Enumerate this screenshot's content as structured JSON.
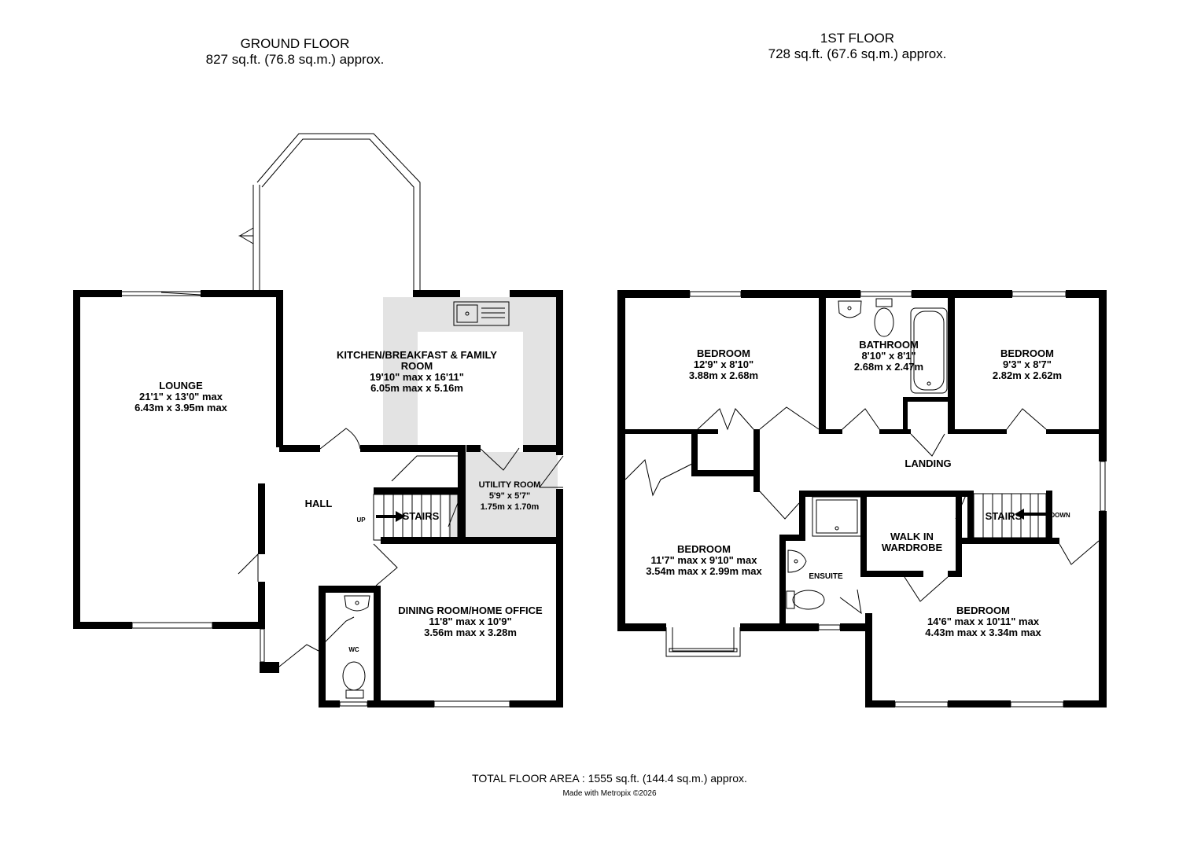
{
  "ground_floor": {
    "title": "GROUND FLOOR",
    "area": "827 sq.ft. (76.8 sq.m.) approx.",
    "rooms": {
      "lounge": {
        "name": "LOUNGE",
        "imperial": "21'1\"  x 13'0\" max",
        "metric": "6.43m  x 3.95m max"
      },
      "kitchen": {
        "name": "KITCHEN/BREAKFAST & FAMILY ROOM",
        "imperial": "19'10\" max x 16'11\"",
        "metric": "6.05m max x 5.16m"
      },
      "hall": {
        "name": "HALL"
      },
      "stairs": {
        "name": "STAIRS",
        "direction": "UP"
      },
      "utility": {
        "name": "UTILITY ROOM",
        "imperial": "5'9\"  x 5'7\"",
        "metric": "1.75m  x 1.70m"
      },
      "dining": {
        "name": "DINING ROOM/HOME OFFICE",
        "imperial": "11'8\" max x 10'9\"",
        "metric": "3.56m max x 3.28m"
      },
      "wc": {
        "name": "WC"
      }
    }
  },
  "first_floor": {
    "title": "1ST FLOOR",
    "area": "728 sq.ft. (67.6 sq.m.) approx.",
    "rooms": {
      "bedroom_a": {
        "name": "BEDROOM",
        "imperial": "12'9\"  x 8'10\"",
        "metric": "3.88m  x 2.68m"
      },
      "bathroom": {
        "name": "BATHROOM",
        "imperial": "8'10\"  x 8'1\"",
        "metric": "2.68m  x 2.47m"
      },
      "bedroom_b": {
        "name": "BEDROOM",
        "imperial": "9'3\"  x 8'7\"",
        "metric": "2.82m  x 2.62m"
      },
      "landing": {
        "name": "LANDING"
      },
      "bedroom_c": {
        "name": "BEDROOM",
        "imperial": "11'7\" max x 9'10\" max",
        "metric": "3.54m max x 2.99m max"
      },
      "ensuite": {
        "name": "ENSUITE"
      },
      "walkin": {
        "name": "WALK IN WARDROBE"
      },
      "stairs": {
        "name": "STAIRS",
        "direction": "DOWN"
      },
      "bedroom_d": {
        "name": "BEDROOM",
        "imperial": "14'6\" max x 10'11\" max",
        "metric": "4.43m max x 3.34m max"
      }
    }
  },
  "footer": {
    "total": "TOTAL FLOOR AREA : 1555 sq.ft. (144.4 sq.m.) approx.",
    "credit": "Made with Metropix ©2026"
  },
  "colors": {
    "wall": "#000000",
    "kitchen_fill": "#e3e3e3",
    "background": "#ffffff"
  }
}
